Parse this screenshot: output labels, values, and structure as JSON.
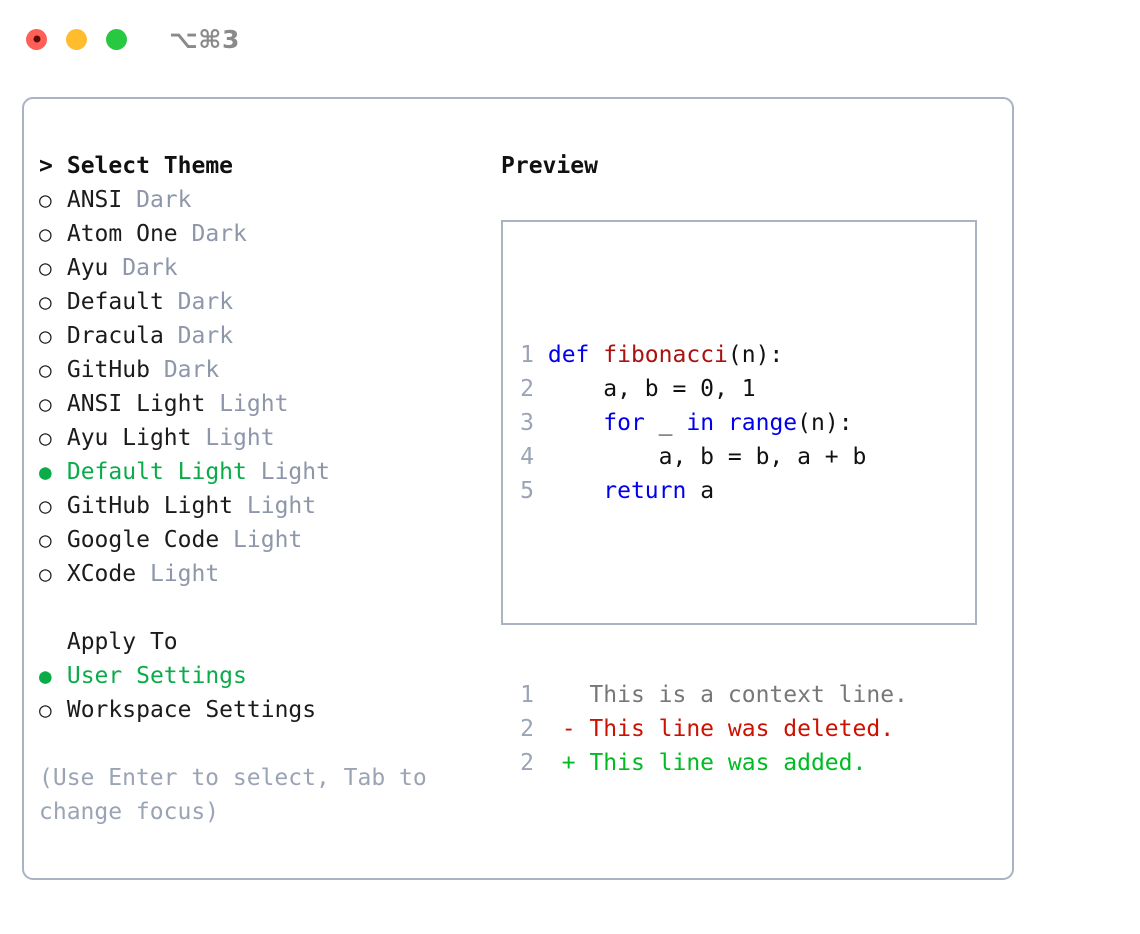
{
  "titlebar": {
    "shortcut": "⌥⌘3",
    "buttons": {
      "close": "close",
      "minimize": "minimize",
      "maximize": "maximize"
    }
  },
  "colors": {
    "selected_green": "#0bab4a",
    "diff_added": "#00bb22",
    "diff_deleted": "#cc1100",
    "keyword_blue": "#0000ee",
    "function_red": "#aa1111",
    "muted": "#8d97a9",
    "border": "#a9b3c3"
  },
  "theme_list": {
    "heading_marker": "> ",
    "heading": "Select Theme",
    "items": [
      {
        "bullet": "○",
        "name": "ANSI",
        "tag": "Dark",
        "selected": false
      },
      {
        "bullet": "○",
        "name": "Atom One",
        "tag": "Dark",
        "selected": false
      },
      {
        "bullet": "○",
        "name": "Ayu",
        "tag": "Dark",
        "selected": false
      },
      {
        "bullet": "○",
        "name": "Default",
        "tag": "Dark",
        "selected": false
      },
      {
        "bullet": "○",
        "name": "Dracula",
        "tag": "Dark",
        "selected": false
      },
      {
        "bullet": "○",
        "name": "GitHub",
        "tag": "Dark",
        "selected": false
      },
      {
        "bullet": "○",
        "name": "ANSI Light",
        "tag": "Light",
        "selected": false
      },
      {
        "bullet": "○",
        "name": "Ayu Light",
        "tag": "Light",
        "selected": false
      },
      {
        "bullet": "●",
        "name": "Default Light",
        "tag": "Light",
        "selected": true
      },
      {
        "bullet": "○",
        "name": "GitHub Light",
        "tag": "Light",
        "selected": false
      },
      {
        "bullet": "○",
        "name": "Google Code",
        "tag": "Light",
        "selected": false
      },
      {
        "bullet": "○",
        "name": "XCode",
        "tag": "Light",
        "selected": false
      }
    ]
  },
  "apply_to": {
    "heading": "Apply To",
    "items": [
      {
        "bullet": "●",
        "name": "User Settings",
        "selected": true
      },
      {
        "bullet": "○",
        "name": "Workspace Settings",
        "selected": false
      }
    ]
  },
  "hint": "(Use Enter to select, Tab to change focus)",
  "preview": {
    "title": "Preview",
    "code_lines": [
      {
        "num": "1",
        "tokens": [
          {
            "t": "def",
            "c": "kw"
          },
          {
            "t": " ",
            "c": "pl"
          },
          {
            "t": "fibonacci",
            "c": "fn"
          },
          {
            "t": "(n):",
            "c": "pl"
          }
        ]
      },
      {
        "num": "2",
        "tokens": [
          {
            "t": "    a, b = 0, 1",
            "c": "pl"
          }
        ]
      },
      {
        "num": "3",
        "tokens": [
          {
            "t": "    ",
            "c": "pl"
          },
          {
            "t": "for",
            "c": "kw"
          },
          {
            "t": " _ ",
            "c": "pl"
          },
          {
            "t": "in",
            "c": "kw"
          },
          {
            "t": " ",
            "c": "pl"
          },
          {
            "t": "range",
            "c": "kw"
          },
          {
            "t": "(n):",
            "c": "pl"
          }
        ]
      },
      {
        "num": "4",
        "tokens": [
          {
            "t": "        a, b = b, a + b",
            "c": "pl"
          }
        ]
      },
      {
        "num": "5",
        "tokens": [
          {
            "t": "    ",
            "c": "pl"
          },
          {
            "t": "return",
            "c": "kw"
          },
          {
            "t": " a",
            "c": "pl"
          }
        ]
      }
    ],
    "diff_lines": [
      {
        "num": "1",
        "marker": "  ",
        "text": "This is a context line.",
        "kind": "diff-ctx"
      },
      {
        "num": "2",
        "marker": "- ",
        "text": "This line was deleted.",
        "kind": "diff-del"
      },
      {
        "num": "2",
        "marker": "+ ",
        "text": "This line was added.",
        "kind": "diff-add"
      }
    ]
  }
}
